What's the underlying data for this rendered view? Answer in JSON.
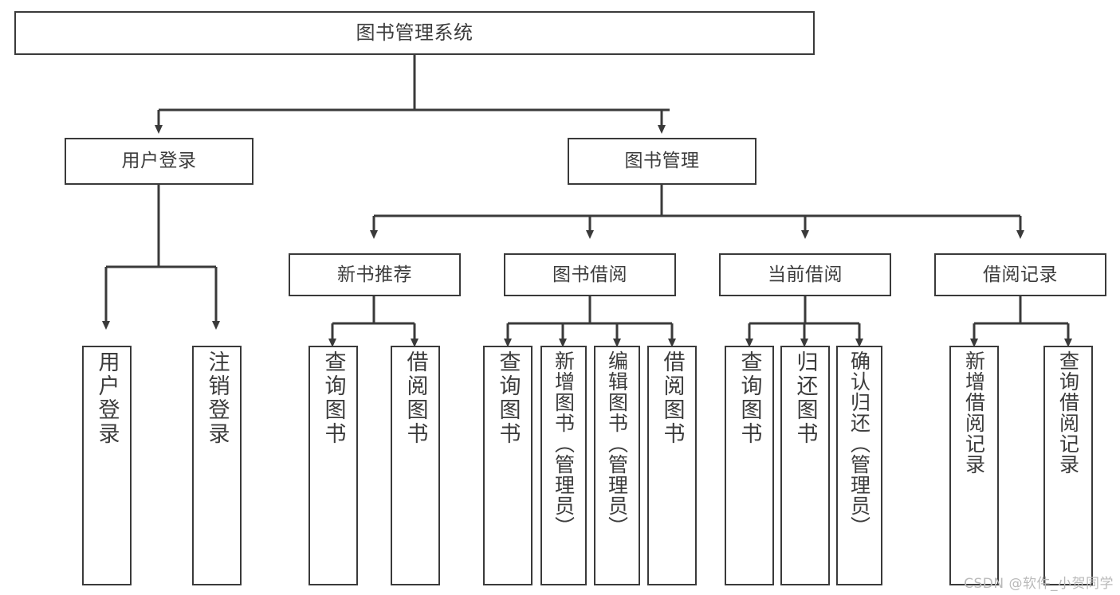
{
  "diagram": {
    "title": "图书管理系统",
    "type": "功能结构图",
    "watermark": "CSDN @软件_小贺同学",
    "colors": {
      "stroke": "#3a3a3a",
      "text": "#3c3c3c",
      "background": "#ffffff",
      "watermark": "#b9b9b9"
    },
    "root": {
      "label": "图书管理系统"
    },
    "level2": [
      {
        "label": "用户登录"
      },
      {
        "label": "图书管理"
      }
    ],
    "level3": [
      {
        "label": "新书推荐"
      },
      {
        "label": "图书借阅"
      },
      {
        "label": "当前借阅"
      },
      {
        "label": "借阅记录"
      }
    ],
    "leaves": {
      "user_login": [
        {
          "label": "用户登录"
        },
        {
          "label": "注销登录"
        }
      ],
      "new_book": [
        {
          "label": "查询图书"
        },
        {
          "label": "借阅图书"
        }
      ],
      "book_borrow": [
        {
          "label": "查询图书"
        },
        {
          "label": "新增图书（管理员）"
        },
        {
          "label": "编辑图书（管理员）"
        },
        {
          "label": "借阅图书"
        }
      ],
      "current_borrow": [
        {
          "label": "查询图书"
        },
        {
          "label": "归还图书"
        },
        {
          "label": "确认归还（管理员）"
        }
      ],
      "borrow_record": [
        {
          "label": "新增借阅记录"
        },
        {
          "label": "查询借阅记录"
        }
      ]
    }
  }
}
